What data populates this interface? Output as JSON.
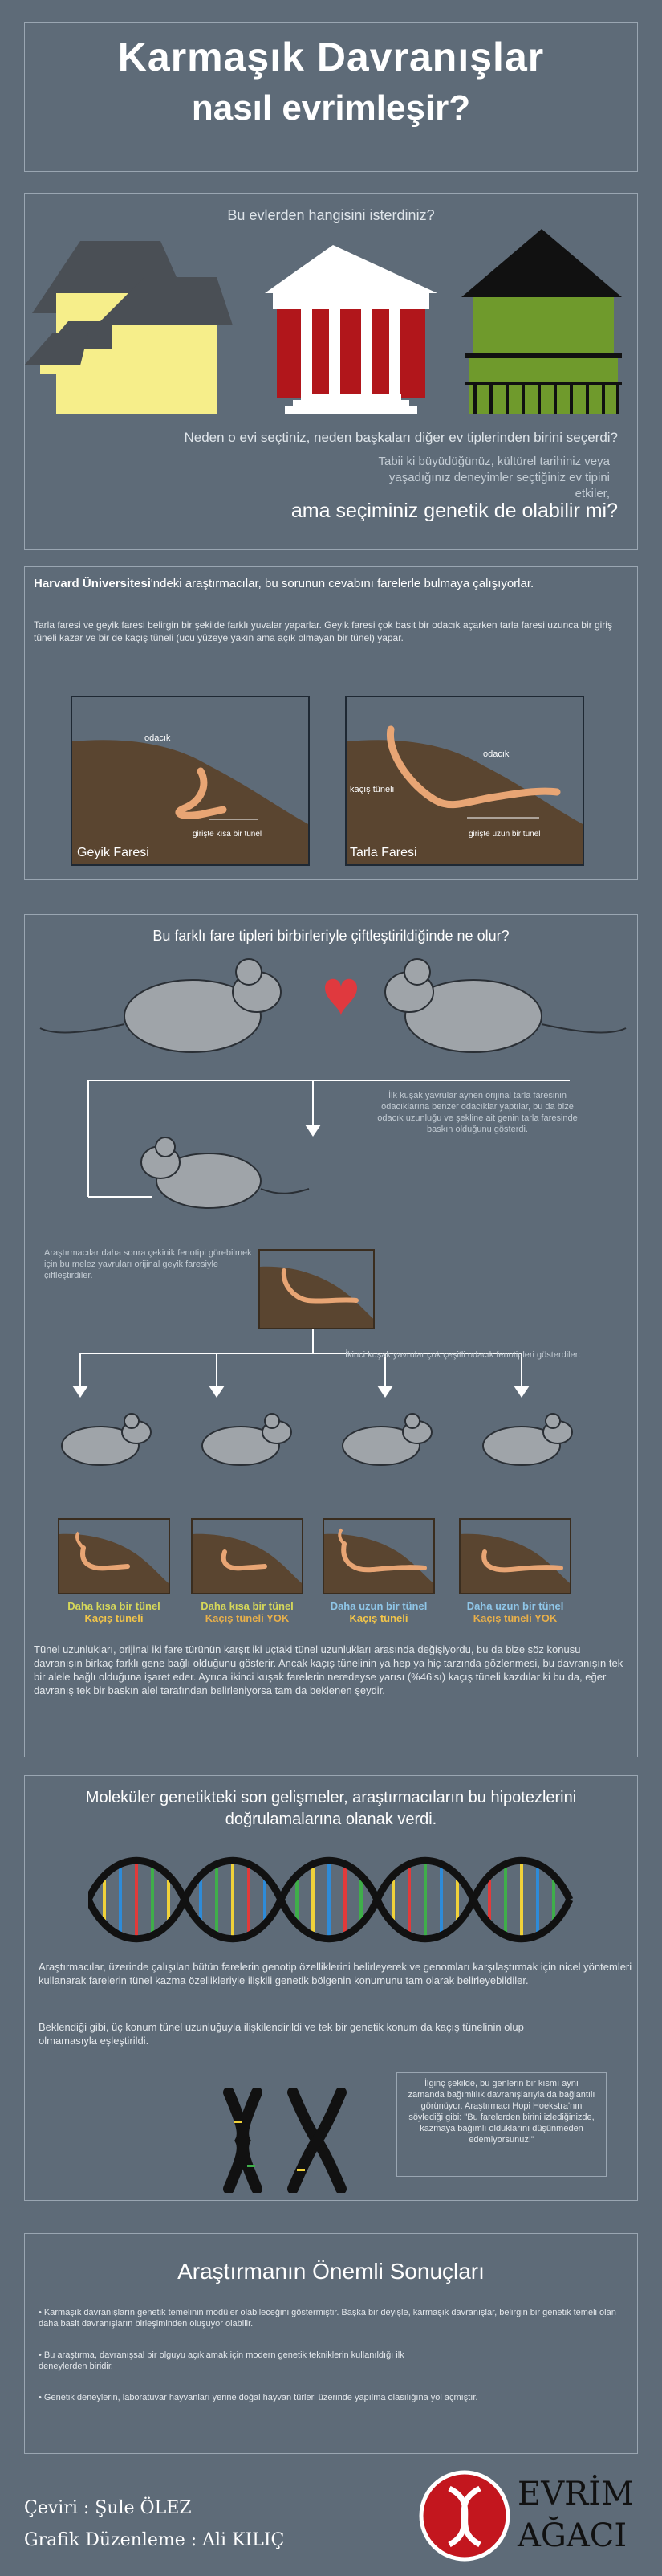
{
  "header": {
    "title_line1": "Karmaşık Davranışlar",
    "title_line2": "nasıl evrimleşir?"
  },
  "houses": {
    "question": "Bu evlerden hangisini isterdiniz?",
    "q2": "Neden o evi seçtiniz, neden başkaları diğer ev tiplerinden birini seçerdi?",
    "q3": "Tabii ki büyüdüğünüz, kültürel tarihiniz veya yaşadığınız deneyimler seçtiğiniz ev tipini etkiler,",
    "q4": "ama seçiminiz genetik de olabilir mi?",
    "colors": {
      "yellow": "#f6ee8a",
      "red": "#b1161b",
      "green": "#6f9a2c",
      "roof": "#4a4f55",
      "black": "#111111"
    }
  },
  "harvard": {
    "intro_bold": "Harvard Üniversitesi",
    "intro_rest": "'ndeki araştırmacılar, bu sorunun cevabını farelerle bulmaya çalışıyorlar.",
    "desc": "Tarla faresi ve geyik faresi belirgin bir şekilde farklı yuvalar yaparlar. Geyik faresi çok basit bir odacık açarken tarla faresi uzunca bir giriş tüneli kazar ve bir de kaçış tüneli (ucu yüzeye yakın ama açık olmayan bir tünel) yapar.",
    "left": {
      "chamber": "odacık",
      "tunnel": "girişte kısa bir tünel",
      "name": "Geyik Faresi"
    },
    "right": {
      "chamber": "odacık",
      "escape": "kaçış tüneli",
      "tunnel": "girişte uzun bir tünel",
      "name": "Tarla Faresi"
    }
  },
  "crossing": {
    "title": "Bu farklı fare tipleri birbirleriyle çiftleştirildiğinde ne olur?",
    "first_gen": "İlk kuşak yavrular aynen orijinal tarla faresinin odacıklarına benzer odacıklar yaptılar, bu da bize odacık uzunluğu ve şekline ait genin tarla faresinde baskın olduğunu gösterdi.",
    "backcross": "Araştırmacılar daha sonra çekinik fenotipi görebilmek için bu melez yavruları orijinal geyik faresiyle çiftleştirdiler.",
    "second_gen": "İkinci kuşak yavrular çok çeşitli odacık fenotipleri gösterdiler:",
    "results": [
      {
        "tunnel": "Daha kısa bir tünel",
        "escape": "Kaçış tüneli"
      },
      {
        "tunnel": "Daha kısa bir tünel",
        "escape": "Kaçış tüneli YOK"
      },
      {
        "tunnel": "Daha uzun bir tünel",
        "escape": "Kaçış tüneli"
      },
      {
        "tunnel": "Daha uzun bir tünel",
        "escape": "Kaçış tüneli YOK"
      }
    ],
    "summary": "Tünel uzunlukları, orijinal iki fare türünün karşıt iki uçtaki tünel uzunlukları arasında değişiyordu, bu da bize söz konusu davranışın birkaç farklı gene bağlı olduğunu gösterir. Ancak kaçış tünelinin ya hep ya hiç tarzında gözlenmesi, bu davranışın tek bir alele bağlı olduğuna işaret eder. Ayrıca ikinci kuşak farelerin neredeyse yarısı (%46'sı) kaçış tüneli kazdılar ki bu da, eğer davranış tek bir baskın alel tarafından belirleniyorsa tam da beklenen şeydir."
  },
  "genetics": {
    "title": "Moleküler genetikteki son gelişmeler, araştırmacıların bu hipotezlerini doğrulamalarına olanak verdi.",
    "p1": "Araştırmacılar, üzerinde çalışılan bütün farelerin genotip özelliklerini belirleyerek ve genomları karşılaştırmak için nicel yöntemleri kullanarak farelerin tünel kazma özellikleriyle ilişkili genetik bölgenin konumunu tam olarak belirleyebildiler.",
    "p2": "Beklendiği gibi, üç konum tünel uzunluğuyla ilişkilendirildi ve tek bir genetik konum da kaçış tünelinin olup olmamasıyla eşleştirildi.",
    "quote": "İlginç şekilde, bu genlerin bir kısmı aynı zamanda bağımlılık davranışlarıyla da bağlantılı görünüyor. Araştırmacı Hopi Hoekstra'nın söylediği gibi: \"Bu farelerden birini izlediğinizde, kazmaya bağımlı olduklarını düşünmeden edemiyorsunuz!\""
  },
  "conclusions": {
    "title": "Araştırmanın Önemli Sonuçları",
    "items": [
      "Karmaşık davranışların genetik temelinin modüler olabileceğini göstermiştir. Başka bir deyişle, karmaşık davranışlar, belirgin bir genetik temeli olan daha basit davranışların birleşiminden oluşuyor olabilir.",
      "Bu araştırma, davranışsal bir olguyu açıklamak için modern genetik tekniklerin kullanıldığı ilk deneylerden biridir.",
      "Genetik deneylerin, laboratuvar hayvanları yerine doğal hayvan türleri üzerinde yapılma olasılığına yol açmıştır."
    ]
  },
  "footer": {
    "translate": "Çeviri : Şule ÖLEZ",
    "design": "Grafik Düzenleme : Ali KILIÇ",
    "brand1": "EVRİM",
    "brand2": "AĞACI"
  }
}
